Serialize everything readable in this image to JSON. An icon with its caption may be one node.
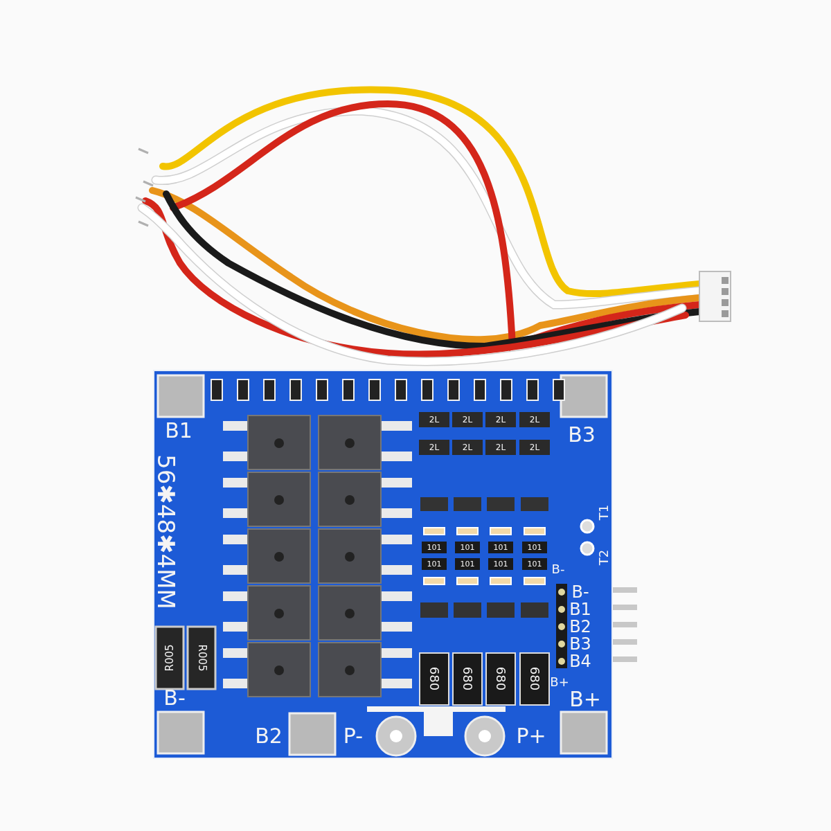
{
  "diagram": {
    "labels": [
      "B1",
      "B3",
      "56✱48✱4MM",
      "2L",
      "2L",
      "2L",
      "2L",
      "2L",
      "2L",
      "2L",
      "2L",
      "T1",
      "101",
      "101",
      "101",
      "101",
      "101",
      "101",
      "101",
      "101",
      "T2",
      "B-",
      "B-",
      "B1",
      "B2",
      "B3",
      "B4",
      "R005",
      "R005",
      "680",
      "680",
      "680",
      "680",
      "B+",
      "B-",
      "B+",
      "B2",
      "P-",
      "P+"
    ]
  }
}
